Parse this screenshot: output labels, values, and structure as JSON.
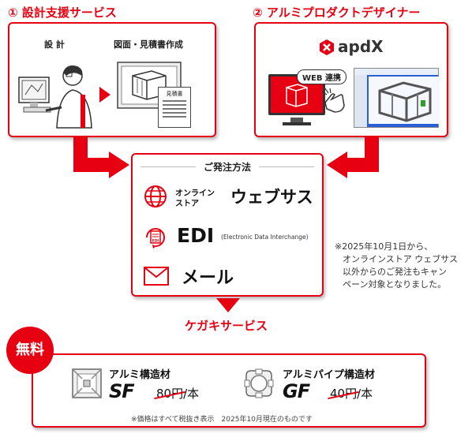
{
  "section1": {
    "title": "① 設計支援サービス",
    "design_label": "設 計",
    "drawing_label": "図面・見積書作成",
    "estimate_doc_label": "見積書"
  },
  "section2": {
    "title": "② アルミプロダクトデザイナー",
    "logo_text": "apdX",
    "web_link_label": "WEB 連携"
  },
  "order": {
    "title": "ご発注方法",
    "online_label_1": "オンライン",
    "online_label_2": "ストア",
    "online_store_name": "ウェブサス",
    "edi_label": "EDI",
    "edi_sub": "(Electronic Data Interchange)",
    "edi_icon_text": "EDI",
    "mail_label": "メール"
  },
  "note": {
    "line1": "※2025年10月1日から、",
    "line2": "オンラインストア ウェブサス",
    "line3": "以外からのご発注もキャン",
    "line4": "ペーン対象となりました。"
  },
  "kegaki": {
    "title": "ケガキサービス",
    "free_badge": "無料",
    "product1": {
      "name": "アルミ構造材",
      "code": "SF",
      "price": "80円",
      "unit": "/本"
    },
    "product2": {
      "name": "アルミパイプ構造材",
      "code": "GF",
      "price": "40円",
      "unit": "/本"
    },
    "footnote": "※価格はすべて税抜き表示　2025年10月現在のものです"
  },
  "colors": {
    "accent": "#e60012",
    "screen_blue": "#2a5fd6"
  }
}
